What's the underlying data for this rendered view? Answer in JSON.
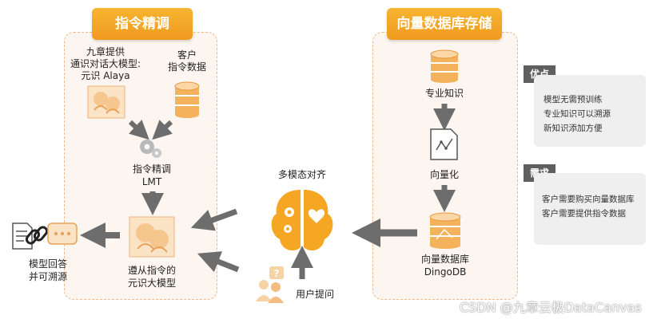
{
  "left_panel": {
    "title": "指令精调",
    "base_model_label": [
      "九章提供",
      "通识对话大模型:",
      "元识 Alaya"
    ],
    "customer_data_label": [
      "客户",
      "指令数据"
    ],
    "tuning_label": [
      "指令精调",
      "LMT"
    ],
    "result_model_label": [
      "遵从指令的",
      "元识大模型"
    ]
  },
  "output": {
    "label": [
      "模型回答",
      "并可溯源"
    ]
  },
  "center": {
    "alignment_label": "多模态对齐",
    "user_question_label": "用户提问"
  },
  "right_panel": {
    "title": "向量数据库存储",
    "knowledge_label": "专业知识",
    "vectorize_label": "向量化",
    "vectordb_label": [
      "向量数据库",
      "DingoDB"
    ]
  },
  "pros": {
    "tag": "优点",
    "items": [
      "模型无需预训练",
      "专业知识可以溯源",
      "新知识添加方便"
    ]
  },
  "needs": {
    "tag": "需求",
    "items": [
      "客户需要购买向量数据库",
      "客户需要提供指令数据"
    ]
  },
  "watermark": "CSDN @九章云极DataCanvas",
  "colors": {
    "accent": "#f5a623",
    "arrow": "#6d6d6d",
    "panel_bg": "#fdf6f0",
    "tag_bg": "#5f5f5f"
  }
}
